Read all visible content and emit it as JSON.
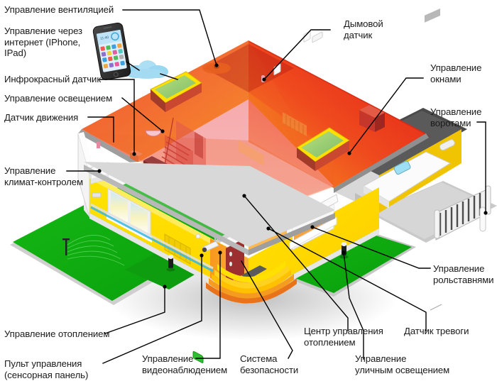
{
  "diagram": {
    "title": "Smart Home Control Systems (cutaway isometric house)",
    "language": "ru",
    "background_color": "#ffffff",
    "label_color": "#1a1a1a",
    "leader_line_color": "#000000"
  },
  "palette": {
    "roof_red": "#ef1c16",
    "roof_red_dark": "#c9120e",
    "attic_pink": "#f27a8a",
    "wall_orange": "#f58220",
    "wall_yellow": "#ffe000",
    "wall_yellow_light": "#fff34d",
    "lawn_green": "#12b312",
    "lawn_green_dark": "#0a8f0c",
    "path_grey": "#d9d9d9",
    "path_grey_dark": "#b5b5b5",
    "fascia_grey": "#9a9a9a",
    "white_trim": "#f2f2f2",
    "sky_blue": "#8fd4f0",
    "door_red": "#a03030",
    "stairs_red": "#d9493f",
    "skylight_green": "#8fc97a",
    "skylight_frame": "#ffe000"
  },
  "labels": [
    {
      "id": "ventilation",
      "text": "Управление вентиляцией",
      "lines": [
        "Управление вентиляцией"
      ]
    },
    {
      "id": "internet",
      "text": "Управление через интернет (IPhone, IPad)",
      "lines": [
        "Управление через",
        "интернет (IPhone,",
        "IPad)"
      ]
    },
    {
      "id": "infrared-sensor",
      "text": "Инфрокрасный датчик",
      "lines": [
        "Инфрокрасный датчик"
      ]
    },
    {
      "id": "lighting",
      "text": "Управление освещением",
      "lines": [
        "Управление освещением"
      ]
    },
    {
      "id": "motion-sensor",
      "text": "Датчик движения",
      "lines": [
        "Датчик движения"
      ]
    },
    {
      "id": "climate-control",
      "text": "Управление климат-контролем",
      "lines": [
        "Управление",
        "климат-контролем"
      ]
    },
    {
      "id": "heating",
      "text": "Управление отоплением",
      "lines": [
        "Управление отоплением"
      ]
    },
    {
      "id": "control-panel",
      "text": "Пульт управления (сенсорная панель)",
      "lines": [
        "Пульт управления",
        "(сенсорная панель)"
      ]
    },
    {
      "id": "video-surveillance",
      "text": "Управление видеонаблюдением",
      "lines": [
        "Управление",
        "видеонаблюдением"
      ]
    },
    {
      "id": "security-system",
      "text": "Система безопасности",
      "lines": [
        "Система",
        "безопасности"
      ]
    },
    {
      "id": "heating-center",
      "text": "Центр управления отоплением",
      "lines": [
        "Центр управления",
        "отоплением"
      ]
    },
    {
      "id": "street-lighting",
      "text": "Управление уличным освещением",
      "lines": [
        "Управление",
        "уличным освещением"
      ]
    },
    {
      "id": "alarm-sensor",
      "text": "Датчик тревоги",
      "lines": [
        "Датчик тревоги"
      ]
    },
    {
      "id": "roller-shutters",
      "text": "Управление рольставнями",
      "lines": [
        "Управление",
        "рольставнями"
      ]
    },
    {
      "id": "gates",
      "text": "Управление воротами",
      "lines": [
        "Управление",
        "воротами"
      ]
    },
    {
      "id": "windows",
      "text": "Управление окнами",
      "lines": [
        "Управление",
        "окнами"
      ]
    },
    {
      "id": "smoke-detector",
      "text": "Дымовой датчик",
      "lines": [
        "Дымовой",
        "датчик"
      ]
    }
  ],
  "objects": [
    {
      "id": "smartphone",
      "name": "smartphone-device",
      "note": "Smartphone showing home screen with app icons"
    },
    {
      "id": "cloud",
      "name": "cloud-icon",
      "note": "Blue cloud representing internet connectivity"
    },
    {
      "id": "ceiling-fan",
      "name": "ceiling-fan",
      "note": "Orange ceiling fan in attic"
    },
    {
      "id": "skylight-1",
      "name": "skylight-window",
      "note": "Yellow-framed skylight, left roof slope"
    },
    {
      "id": "skylight-2",
      "name": "skylight-window",
      "note": "Yellow-framed skylight, right roof slope"
    },
    {
      "id": "staircase",
      "name": "staircase",
      "note": "Red interior staircase"
    },
    {
      "id": "chimney",
      "name": "chimney",
      "note": "Red chimney on roof ridge"
    },
    {
      "id": "boiler",
      "name": "boiler-unit",
      "note": "White wall-mounted boiler, ground floor"
    },
    {
      "id": "ac-unit",
      "name": "air-conditioner",
      "note": "White split A/C unit, left wall"
    },
    {
      "id": "front-door",
      "name": "front-door",
      "note": "Dark red front door with steps"
    },
    {
      "id": "steps",
      "name": "entrance-steps",
      "note": "Curved orange entrance steps"
    },
    {
      "id": "cctv-camera",
      "name": "cctv-camera",
      "note": "White surveillance camera above door"
    },
    {
      "id": "gate",
      "name": "driveway-gate",
      "note": "White picket gate at driveway"
    },
    {
      "id": "lamp-left",
      "name": "garden-lamp",
      "note": "Garden lamp on left lawn"
    },
    {
      "id": "lamp-right",
      "name": "garden-lamp",
      "note": "Garden lamp on right lawn"
    },
    {
      "id": "sprinkler",
      "name": "lawn-sprinkler",
      "note": "Sprinkler spraying on left lawn"
    },
    {
      "id": "shutter-win",
      "name": "roller-shutter-window",
      "note": "Window with roller shutter, right wall"
    },
    {
      "id": "radiator-1",
      "name": "radiator",
      "note": "Radiator in attic"
    },
    {
      "id": "radiator-2",
      "name": "radiator",
      "note": "Radiator on ground floor wall"
    },
    {
      "id": "awning",
      "name": "window-awning",
      "note": "White awning on right side annex"
    },
    {
      "id": "tv-set",
      "name": "television",
      "note": "Dark TV set in attic room"
    }
  ]
}
